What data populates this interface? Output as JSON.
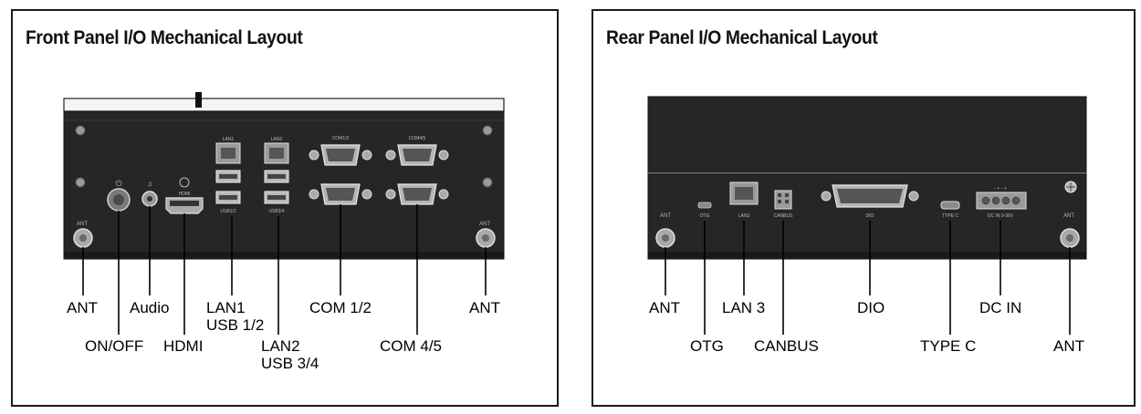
{
  "front_panel": {
    "title": "Front Panel I/O Mechanical Layout",
    "device_labels": {
      "ant": "ANT",
      "lan1": "LAN1",
      "lan2": "LAN2",
      "com12": "COM1/2",
      "com45": "COM4/5",
      "hdmi": "HDMI",
      "usb12": "USB1/2",
      "usb34": "USB3/4"
    },
    "callouts": {
      "ant_left": "ANT",
      "on_off": "ON/OFF",
      "audio": "Audio",
      "hdmi": "HDMI",
      "lan1_line1": "LAN1",
      "lan1_line2": "USB 1/2",
      "lan2_line1": "LAN2",
      "lan2_line2": "USB 3/4",
      "com12": "COM 1/2",
      "com45": "COM 4/5",
      "ant_right": "ANT"
    }
  },
  "rear_panel": {
    "title": "Rear Panel I/O Mechanical Layout",
    "device_labels": {
      "ant": "ANT",
      "otg": "OTG",
      "lan3": "LAN3",
      "canbus": "CANBUS",
      "dio": "DIO",
      "typec": "TYPE C",
      "dcin": "DC IN 9-36V",
      "dc_pins": "- + - +"
    },
    "callouts": {
      "ant_left": "ANT",
      "otg": "OTG",
      "lan3": "LAN 3",
      "canbus": "CANBUS",
      "dio": "DIO",
      "typec": "TYPE C",
      "dcin": "DC IN",
      "ant_right": "ANT"
    }
  },
  "colors": {
    "border": "#1a1a1a",
    "chassis": "#262626",
    "chassis_dark": "#1c1c1c",
    "port_metal": "#9c9c9c",
    "port_light": "#d0d0d0"
  }
}
